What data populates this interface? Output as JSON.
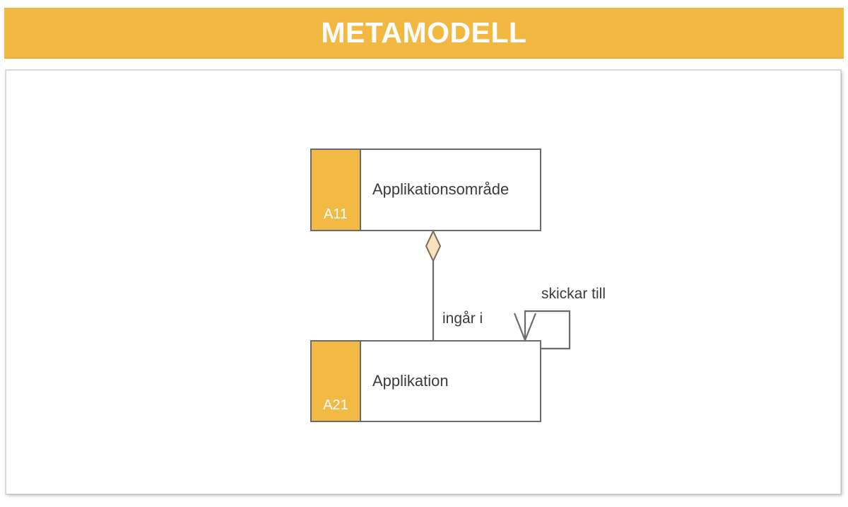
{
  "slide": {
    "title": "METAMODELL",
    "title_bar_color": "#F1B842",
    "background_color": "#FFFFFF"
  },
  "diagram": {
    "type": "uml-class-diagram",
    "nodes": [
      {
        "id": "A11",
        "code": "A11",
        "name": "Applikationsområde",
        "code_strip_color": "#F2B945",
        "code_text_color": "#FFFFFF",
        "border_color": "#6B6B6B",
        "fill_color": "#FFFFFF",
        "name_text_color": "#3A3A3A"
      },
      {
        "id": "A21",
        "code": "A21",
        "name": "Applikation",
        "code_strip_color": "#F2B945",
        "code_text_color": "#FFFFFF",
        "border_color": "#6B6B6B",
        "fill_color": "#FFFFFF",
        "name_text_color": "#3A3A3A"
      }
    ],
    "edges": [
      {
        "id": "ingar-i",
        "label": "ingår i",
        "from": "A21",
        "to": "A11",
        "kind": "aggregation",
        "marker": "diamond",
        "marker_fill": "#F7E2BE",
        "marker_stroke": "#7A6A55",
        "line_color": "#6B6B6B"
      },
      {
        "id": "skickar-till",
        "label": "skickar till",
        "from": "A21",
        "to": "A21",
        "kind": "self-association",
        "marker": "open-arrow",
        "line_color": "#6B6B6B"
      }
    ]
  }
}
